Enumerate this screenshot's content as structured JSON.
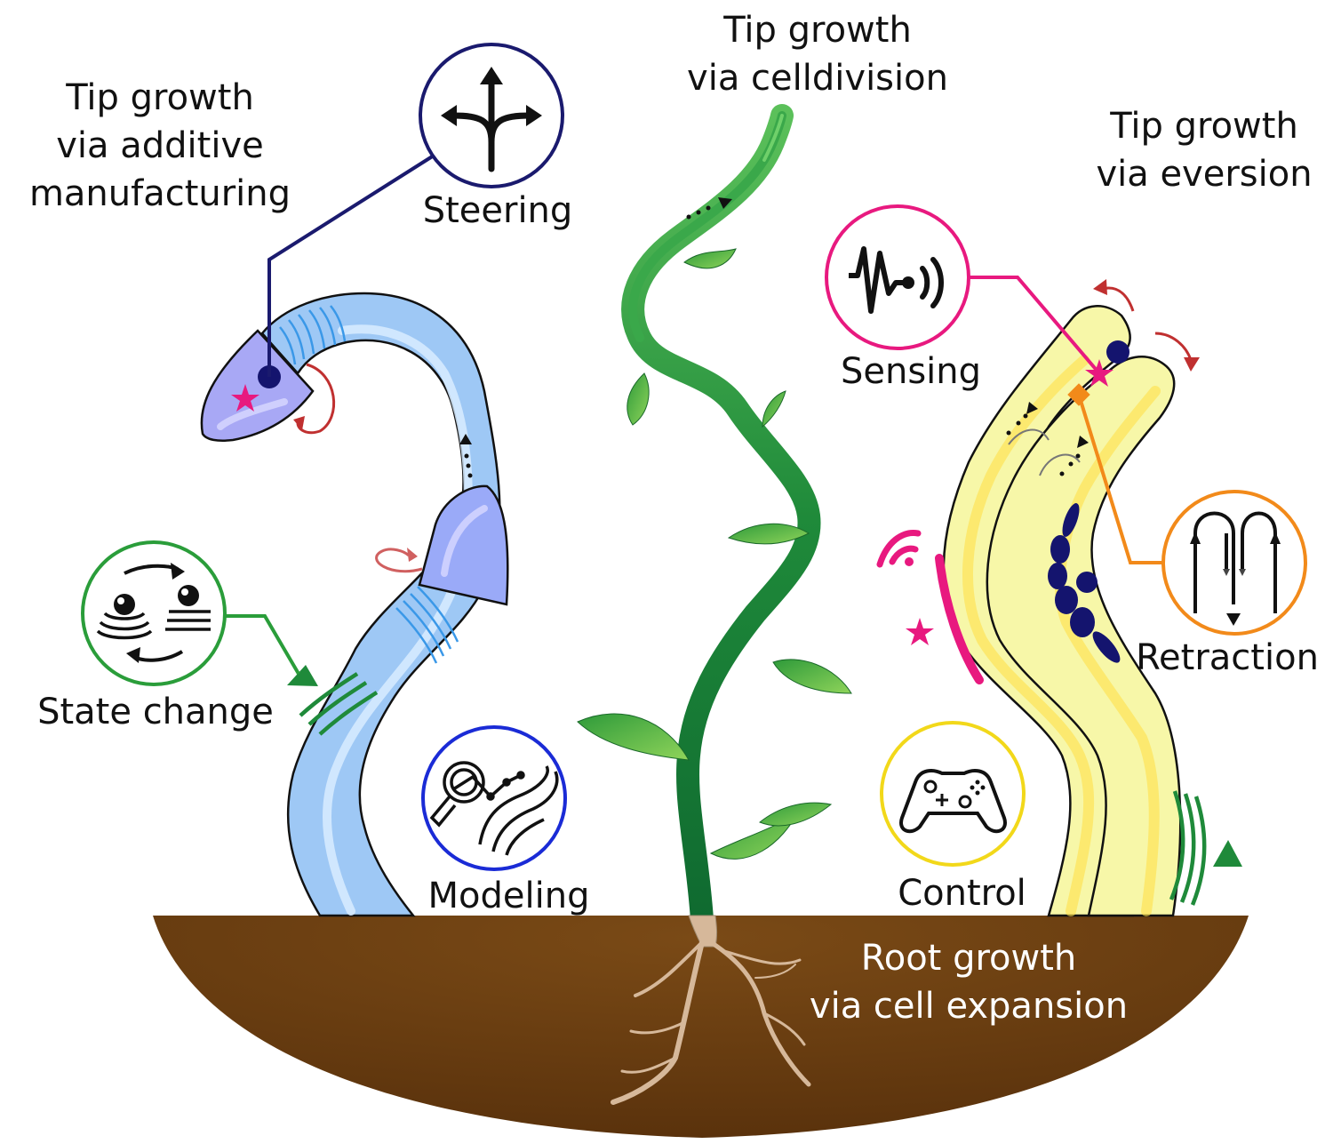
{
  "labels": {
    "tip_additive": [
      "Tip growth",
      "via additive",
      "manufacturing"
    ],
    "tip_celldivision": [
      "Tip growth",
      "via celldivision"
    ],
    "tip_eversion": [
      "Tip growth",
      "via eversion"
    ],
    "root_growth": [
      "Root growth",
      "via cell expansion"
    ]
  },
  "capabilities": {
    "steering": "Steering",
    "sensing": "Sensing",
    "state_change": "State change",
    "retraction": "Retraction",
    "modeling": "Modeling",
    "control": "Control"
  },
  "colors": {
    "steering": "#1a1a6e",
    "sensing": "#e8197f",
    "state_change": "#2a9d3a",
    "retraction": "#f28a1a",
    "modeling": "#1a2bd6",
    "control": "#f2d81a",
    "soil": "#6b3e10",
    "additive_robot": "#9ec8f5",
    "eversion_robot": "#f7f7a8",
    "plant": "#1f8a3a",
    "rotation_arrow": "#c03030"
  },
  "icons": [
    "arrows-split-icon",
    "signal-wave-icon",
    "phase-change-icon",
    "retraction-loop-icon",
    "model-graph-icon",
    "gamepad-icon"
  ]
}
